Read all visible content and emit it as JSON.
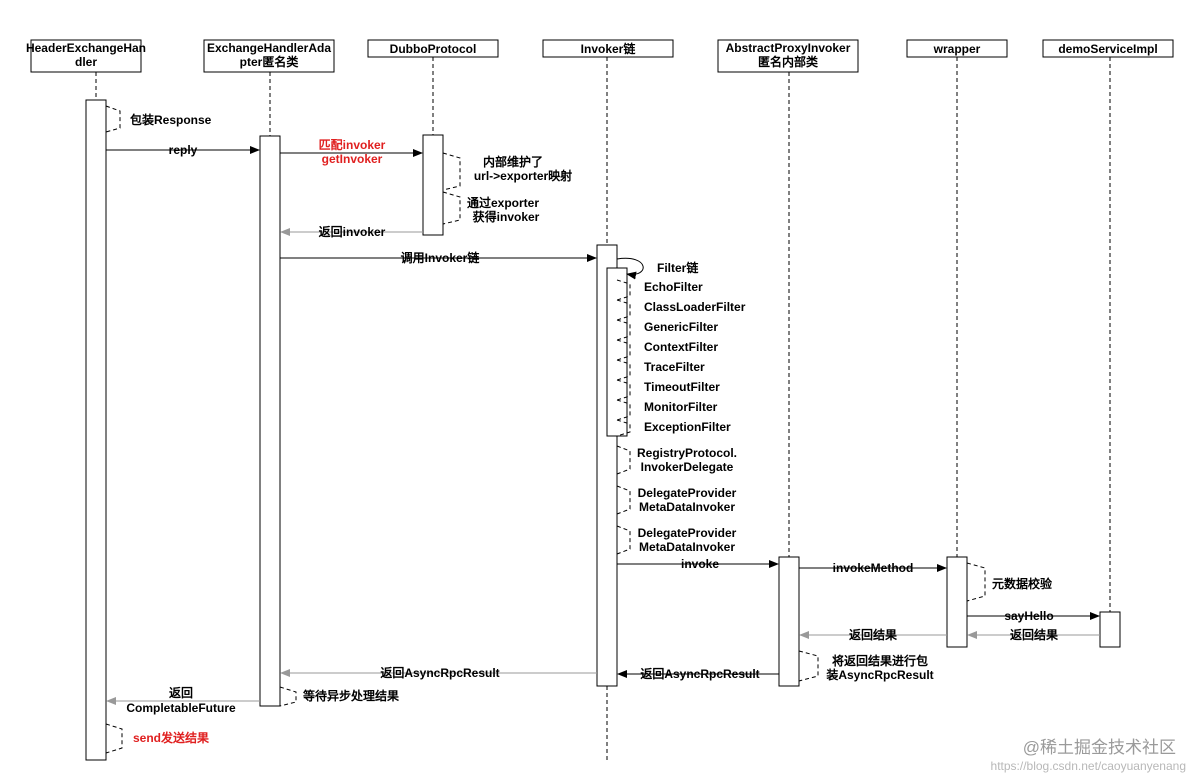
{
  "participants": [
    {
      "id": "hel",
      "lines": [
        "HeaderExchangeHan",
        "dler"
      ]
    },
    {
      "id": "eha",
      "lines": [
        "ExchangeHandlerAda",
        "pter匿名类"
      ]
    },
    {
      "id": "dp",
      "lines": [
        "DubboProtocol"
      ]
    },
    {
      "id": "ic",
      "lines": [
        "Invoker链"
      ]
    },
    {
      "id": "api",
      "lines": [
        "AbstractProxyInvoker",
        "匿名内部类"
      ]
    },
    {
      "id": "wr",
      "lines": [
        "wrapper"
      ]
    },
    {
      "id": "ds",
      "lines": [
        "demoServiceImpl"
      ]
    }
  ],
  "messages": {
    "pack_response": "包装Response",
    "reply": "reply",
    "match_invoker": [
      "匹配invoker",
      "getInvoker"
    ],
    "internal_map": [
      "内部维护了",
      "url->exporter映射"
    ],
    "via_exporter": [
      "通过exporter",
      "获得invoker"
    ],
    "return_invoker": "返回invoker",
    "call_chain": "调用Invoker链",
    "filter_chain": "Filter链",
    "filters": [
      "EchoFilter",
      "ClassLoaderFilter",
      "GenericFilter",
      "ContextFilter",
      "TraceFilter",
      "TimeoutFilter",
      "MonitorFilter",
      "ExceptionFilter"
    ],
    "registry_delegate": [
      "RegistryProtocol.",
      "InvokerDelegate"
    ],
    "delegate_provider_1": [
      "DelegateProvider",
      "MetaDataInvoker"
    ],
    "delegate_provider_2": [
      "DelegateProvider",
      "MetaDataInvoker"
    ],
    "invoke": "invoke",
    "invoke_method": "invokeMethod",
    "metadata_check": "元数据校验",
    "say_hello": "sayHello",
    "return_result_ds": "返回结果",
    "return_result_wr": "返回结果",
    "wrap_result": [
      "将返回结果进行包",
      "装AsyncRpcResult"
    ],
    "return_async_api": "返回AsyncRpcResult",
    "return_async_ic": "返回AsyncRpcResult",
    "wait_async": "等待异步处理结果",
    "return_future": [
      "返回",
      "CompletableFuture"
    ],
    "send_result": "send发送结果"
  },
  "watermark": {
    "logo": "@稀土掘金技术社区",
    "url": "https://blog.csdn.net/caoyuanyenang"
  },
  "colors": {
    "highlight": "#e02020",
    "return_arrow": "#999999",
    "line": "#000000"
  }
}
